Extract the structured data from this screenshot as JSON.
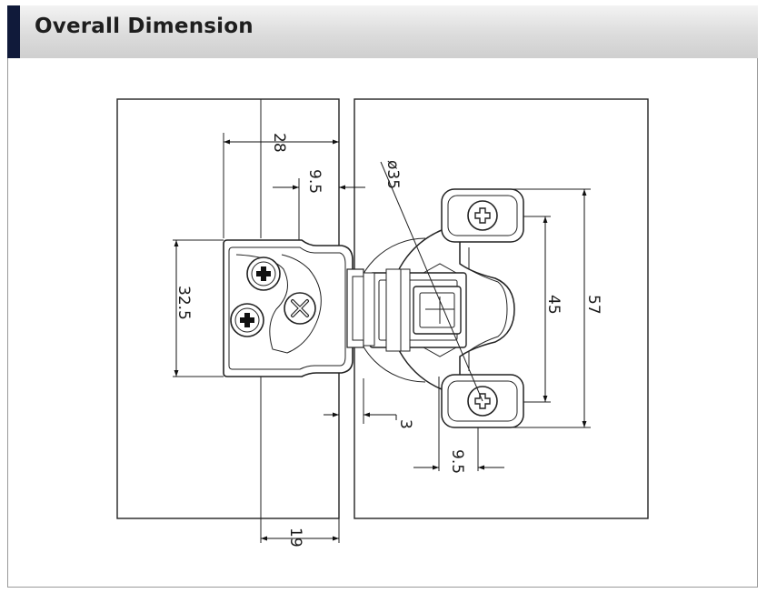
{
  "header": {
    "title": "Overall Dimension",
    "accent_color": "#101a3a"
  },
  "diagram": {
    "labels": {
      "d_28": "28",
      "d_9_5_top": "9.5",
      "d_dia35": "ø35",
      "d_32_5": "32.5",
      "d_45": "45",
      "d_57": "57",
      "d_3": "3",
      "d_9_5_bottom": "9.5",
      "d_19": "19"
    },
    "icons": [
      "screw-phillips-icon",
      "screw-cross-slot-icon"
    ]
  }
}
